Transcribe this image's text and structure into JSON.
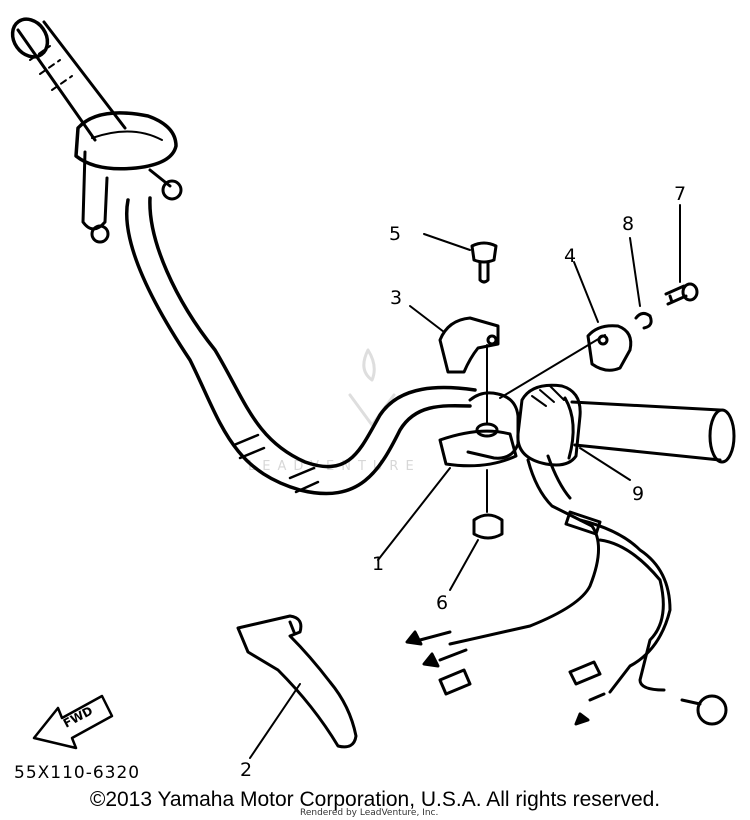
{
  "diagram": {
    "callouts": [
      "1",
      "2",
      "3",
      "4",
      "5",
      "6",
      "7",
      "8",
      "9"
    ],
    "part_code": "55X110-6320",
    "fwd_label": "FWD",
    "watermark": "LEADVENTURE"
  },
  "footer": {
    "copyright": "©2013 Yamaha Motor Corporation, U.S.A. All rights reserved.",
    "rendered_by": "Rendered by LeadVenture, Inc."
  }
}
